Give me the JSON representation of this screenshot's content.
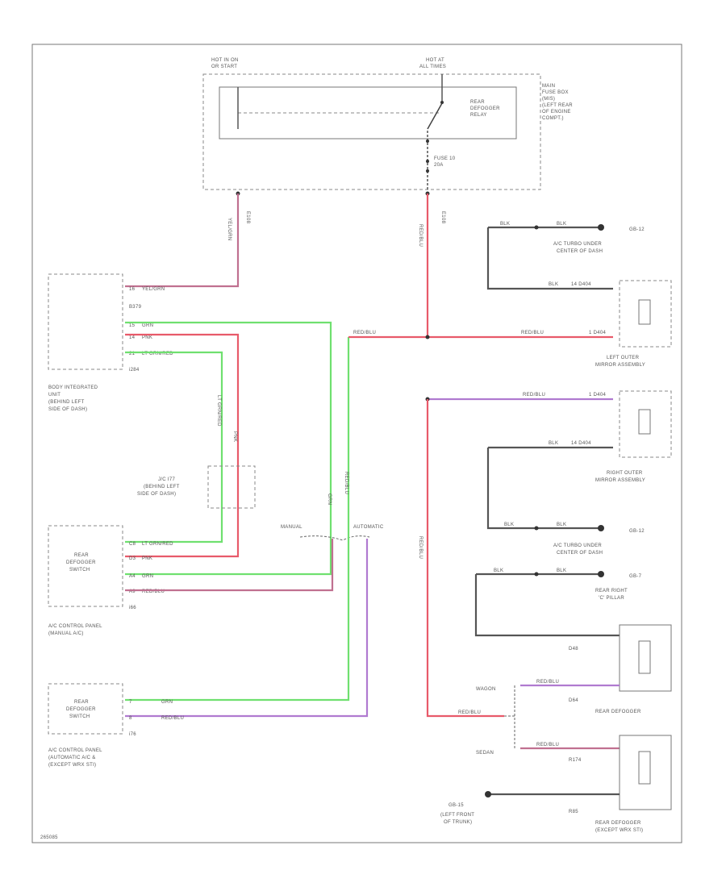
{
  "relay_box": {
    "hot_ign": [
      "HOT IN ON",
      "OR START"
    ],
    "hot_all": [
      "HOT AT",
      "ALL TIMES"
    ],
    "relay": [
      "REAR",
      "DEFOGGER",
      "RELAY"
    ],
    "fuse": [
      "FUSE 10",
      "20A"
    ],
    "box_label": [
      "MAIN",
      "FUSE BOX",
      "(MIS)",
      "(LEFT REAR",
      "OF ENGINE",
      "COMPT.)"
    ],
    "conn_left": "E108",
    "conn_right": "E108",
    "wire_left_color": "YEL/GRN",
    "wire_right_color": "RED/BLU"
  },
  "biu": {
    "name": [
      "BODY INTEGRATED",
      "UNIT",
      "(BEHIND LEFT",
      "SIDE OF DASH)"
    ],
    "conn_top": "B379",
    "conn_bottom": "i284",
    "pins": [
      {
        "pin": "16",
        "color": "YEL/GRN"
      },
      {
        "pin": "15",
        "color": "GRN"
      },
      {
        "pin": "14",
        "color": "PNK"
      },
      {
        "pin": "21",
        "color": "LT GRN/RED"
      }
    ]
  },
  "jc": {
    "name": [
      "J/C I77",
      "(BEHIND LEFT",
      "SIDE OF DASH)"
    ],
    "wire_a": "LT GRN/RED",
    "wire_b": "PNK"
  },
  "manual_panel": {
    "switch": [
      "REAR",
      "DEFOGGER",
      "SWITCH"
    ],
    "conn": "i66",
    "name": [
      "A/C CONTROL PANEL",
      "(MANUAL A/C)"
    ],
    "pins": [
      {
        "pin": "C8",
        "color": "LT GRN/RED"
      },
      {
        "pin": "D3",
        "color": "PNK"
      },
      {
        "pin": "A4",
        "color": "GRN"
      },
      {
        "pin": "A9",
        "color": "RED/BLU"
      }
    ]
  },
  "auto_panel": {
    "switch": [
      "REAR",
      "DEFOGGER",
      "SWITCH"
    ],
    "conn": "i76",
    "name": [
      "A/C CONTROL PANEL",
      "(AUTOMATIC A/C &",
      "(EXCEPT WRX STI)"
    ],
    "pins": [
      {
        "pin": "7",
        "color": "GRN"
      },
      {
        "pin": "8",
        "color": "RED/BLU"
      }
    ]
  },
  "split": {
    "manual": "MANUAL",
    "automatic": "AUTOMATIC",
    "wire_grn": "GRN",
    "wire_red": "RED/BLU"
  },
  "main_wire": "RED/BLU",
  "grounds": [
    {
      "id": "GB-12",
      "desc": [
        "A/C TURBO UNDER",
        "CENTER OF DASH"
      ],
      "color": "BLK"
    },
    {
      "id": "GB-12",
      "desc": [
        "A/C TURBO UNDER",
        "CENTER OF DASH"
      ],
      "color": "BLK"
    },
    {
      "id": "GB-7",
      "desc": [
        "REAR RIGHT",
        "'C' PILLAR"
      ],
      "color": "BLK"
    },
    {
      "id": "GB-15",
      "desc": [
        "(LEFT FRONT",
        "OF TRUNK)"
      ],
      "color": "BLK"
    }
  ],
  "left_mirror": {
    "name": [
      "LEFT OUTER",
      "MIRROR ASSEMBLY"
    ],
    "pin_top": "14 D404",
    "pin_bottom": "1 D404",
    "wire_top": "BLK",
    "wire_bottom": "RED/BLU"
  },
  "right_mirror": {
    "name": [
      "RIGHT OUTER",
      "MIRROR ASSEMBLY"
    ],
    "pin_top": "1 D404",
    "pin_bottom": "14 D404",
    "wire_top": "RED/BLU",
    "wire_bottom": "BLK"
  },
  "rear_defogger_wagon": {
    "name": "REAR DEFOGGER",
    "conn_top": "D48",
    "conn_bottom": "D64",
    "variant": "WAGON",
    "wire": "RED/BLU"
  },
  "rear_defogger_sedan": {
    "name": [
      "REAR DEFOGGER",
      "(EXCEPT WRX STI)"
    ],
    "conn_top": "R174",
    "conn_bottom": "R85",
    "variant": "SEDAN",
    "wire": "RED/BLU"
  },
  "figure_id": "265085"
}
